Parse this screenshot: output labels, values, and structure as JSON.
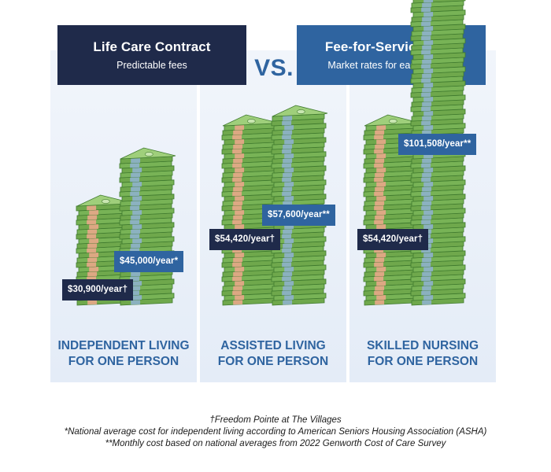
{
  "header": {
    "left": {
      "title": "Life Care Contract",
      "subtitle": "Predictable fees"
    },
    "vs": "VS.",
    "right": {
      "title": "Fee-for-Service Care",
      "subtitle": "Market rates for each service"
    }
  },
  "chart_data": {
    "type": "bar",
    "categories": [
      "INDEPENDENT LIVING FOR ONE PERSON",
      "ASSISTED LIVING FOR ONE PERSON",
      "SKILLED NURSING FOR ONE PERSON"
    ],
    "unit": "$/year",
    "series": [
      {
        "values": [
          30900,
          54420,
          54420
        ],
        "labels": [
          "$30,900/year†",
          "$54,420/year†",
          "$54,420/year†"
        ]
      },
      {
        "values": [
          45000,
          57600,
          101508
        ],
        "labels": [
          "$45,000/year*",
          "$57,600/year**",
          "$101,508/year**"
        ]
      }
    ]
  },
  "categories_display": [
    {
      "line1": "INDEPENDENT LIVING",
      "line2": "FOR ONE PERSON"
    },
    {
      "line1": "ASSISTED LIVING",
      "line2": "FOR ONE PERSON"
    },
    {
      "line1": "SKILLED NURSING",
      "line2": "FOR ONE PERSON"
    }
  ],
  "footnotes": [
    "†Freedom Pointe at The Villages",
    "*National average cost for independent living according to American Seniors Housing Association (ASHA)",
    "**Monthly cost based on national averages from 2022 Genworth Cost of Care Survey"
  ],
  "colors": {
    "navy": "#1f2a4a",
    "blue": "#2f64a0",
    "money_green": "#6fa84c",
    "money_dark": "#3f7a2e",
    "band_peach": "#e8a78a",
    "band_blue": "#8eb1cc"
  }
}
